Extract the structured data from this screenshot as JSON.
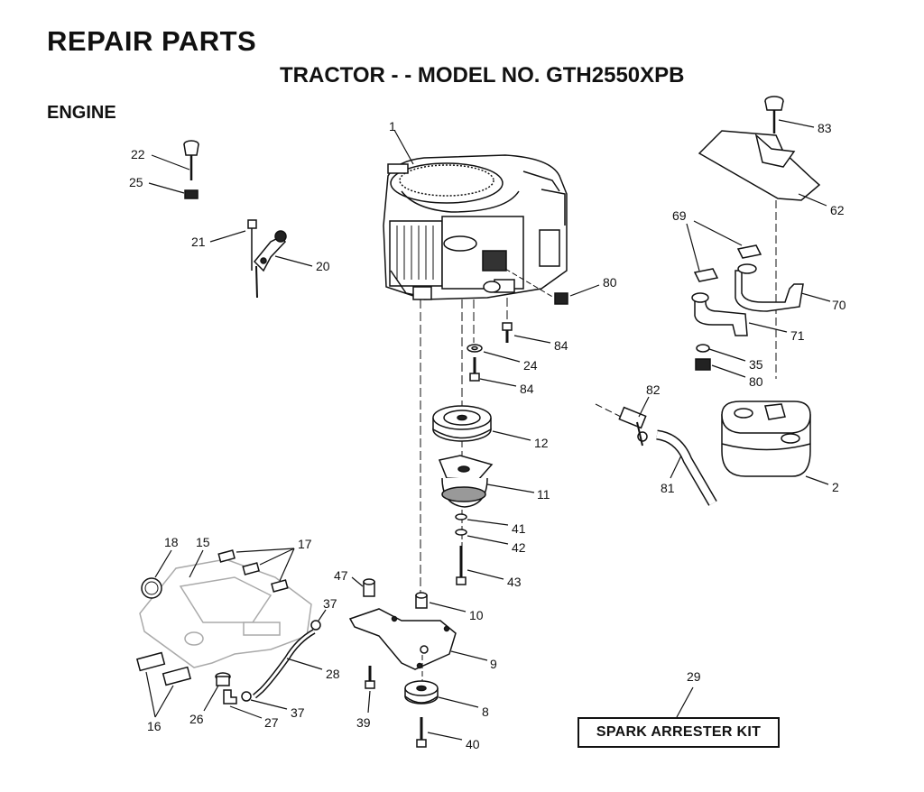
{
  "header": {
    "title": "REPAIR PARTS",
    "subtitle": "TRACTOR - - MODEL NO. GTH2550XPB",
    "section": "ENGINE"
  },
  "kit_label": "SPARK ARRESTER KIT",
  "callouts": {
    "c1": "1",
    "c22": "22",
    "c25": "25",
    "c21": "21",
    "c20": "20",
    "c83": "83",
    "c62": "62",
    "c69": "69",
    "c70": "70",
    "c71": "71",
    "c35": "35",
    "c80b": "80",
    "c80a": "80",
    "c84a": "84",
    "c24": "24",
    "c84b": "84",
    "c82": "82",
    "c12": "12",
    "c11": "11",
    "c81": "81",
    "c2": "2",
    "c41": "41",
    "c42": "42",
    "c43": "43",
    "c18": "18",
    "c15": "15",
    "c17": "17",
    "c47": "47",
    "c37a": "37",
    "c10": "10",
    "c9": "9",
    "c28": "28",
    "c16": "16",
    "c26": "26",
    "c37b": "37",
    "c27": "27",
    "c39": "39",
    "c8": "8",
    "c40": "40",
    "c29": "29"
  },
  "colors": {
    "ink": "#111111",
    "paper": "#ffffff",
    "shade": "#d8d8d8"
  }
}
